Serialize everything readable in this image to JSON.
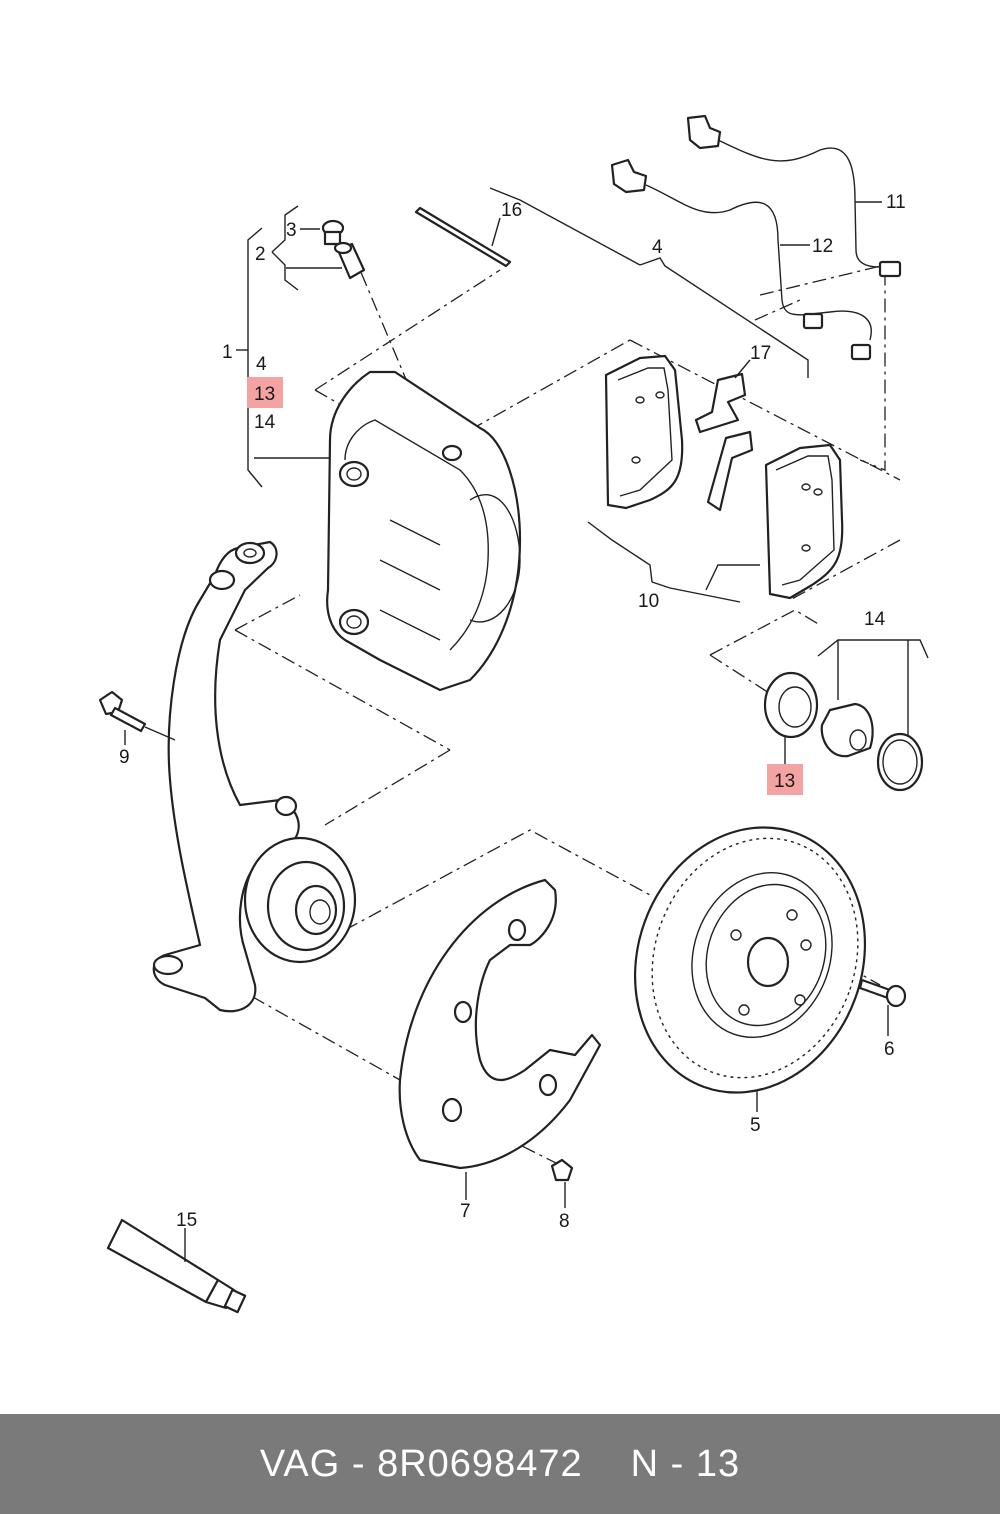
{
  "footer": {
    "part_text": "VAG - 8R0698472",
    "ref_text": "N - 13"
  },
  "callouts": {
    "c1": "1",
    "c2": "2",
    "c3": "3",
    "c4a": "4",
    "c4b": "4",
    "c5": "5",
    "c6": "6",
    "c7": "7",
    "c8": "8",
    "c9": "9",
    "c10": "10",
    "c11": "11",
    "c12": "12",
    "c13a": "13",
    "c13b": "13",
    "c14a": "14",
    "c14b": "14",
    "c15": "15",
    "c16": "16",
    "c17": "17"
  },
  "highlight_color": "#f4a3a3",
  "footer_color": "#7a7a7a"
}
